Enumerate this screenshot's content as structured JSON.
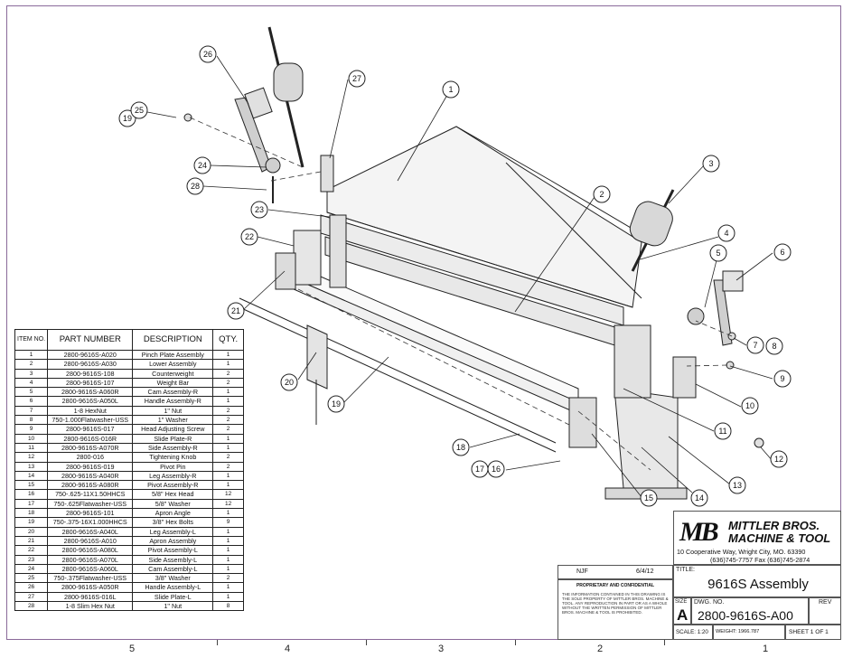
{
  "bom": {
    "headers": [
      "ITEM NO.",
      "PART NUMBER",
      "DESCRIPTION",
      "QTY."
    ],
    "rows": [
      [
        "1",
        "2800-9616S-A020",
        "Pinch Plate Assembly",
        "1"
      ],
      [
        "2",
        "2800-9616S-A030",
        "Lower Assembly",
        "1"
      ],
      [
        "3",
        "2800-9616S-108",
        "Counterweight",
        "2"
      ],
      [
        "4",
        "2800-9616S-107",
        "Weight Bar",
        "2"
      ],
      [
        "5",
        "2800-9616S-A060R",
        "Cam Assembly-R",
        "1"
      ],
      [
        "6",
        "2800-9616S-A050L",
        "Handle Assembly-R",
        "1"
      ],
      [
        "7",
        "1-8 HexNut",
        "1\" Nut",
        "2"
      ],
      [
        "8",
        "750-1.000Flatwasher-USS",
        "1\" Washer",
        "2"
      ],
      [
        "9",
        "2800-9616S-017",
        "Head Adjusting Screw",
        "2"
      ],
      [
        "10",
        "2800-9616S-016R",
        "Slide Plate-R",
        "1"
      ],
      [
        "11",
        "2800-9616S-A070R",
        "Side Assembly-R",
        "1"
      ],
      [
        "12",
        "2800-016",
        "Tightening Knob",
        "2"
      ],
      [
        "13",
        "2800-9616S-019",
        "Pivot Pin",
        "2"
      ],
      [
        "14",
        "2800-9616S-A040R",
        "Leg Assembly-R",
        "1"
      ],
      [
        "15",
        "2800-9616S-A080R",
        "Pivot Assembly-R",
        "1"
      ],
      [
        "16",
        "750-.625-11X1.50HHCS",
        "5/8\" Hex Head",
        "12"
      ],
      [
        "17",
        "750-.625Flatwasher-USS",
        "5/8\" Washer",
        "12"
      ],
      [
        "18",
        "2800-9616S-101",
        "Apron Angle",
        "1"
      ],
      [
        "19",
        "750-.375-16X1.000HHCS",
        "3/8\" Hex Bolts",
        "9"
      ],
      [
        "20",
        "2800-9616S-A040L",
        "Leg Assembly-L",
        "1"
      ],
      [
        "21",
        "2800-9616S-A010",
        "Apron Assembly",
        "1"
      ],
      [
        "22",
        "2800-9616S-A080L",
        "Pivot Assembly-L",
        "1"
      ],
      [
        "23",
        "2800-9616S-A070L",
        "Side Assembly-L",
        "1"
      ],
      [
        "24",
        "2800-9616S-A060L",
        "Cam Assembly-L",
        "1"
      ],
      [
        "25",
        "750-.375Flatwasher-USS",
        "3/8\" Washer",
        "2"
      ],
      [
        "26",
        "2800-9616S-A050R",
        "Handle Assembly-L",
        "1"
      ],
      [
        "27",
        "2800-9616S-016L",
        "Slide Plate-L",
        "1"
      ],
      [
        "28",
        "1-8 Slim Hex Nut",
        "1\" Nut",
        "8"
      ]
    ]
  },
  "balloons": [
    {
      "n": "1"
    },
    {
      "n": "2"
    },
    {
      "n": "3"
    },
    {
      "n": "4"
    },
    {
      "n": "5"
    },
    {
      "n": "6"
    },
    {
      "n": "7"
    },
    {
      "n": "8"
    },
    {
      "n": "9"
    },
    {
      "n": "10"
    },
    {
      "n": "11"
    },
    {
      "n": "12"
    },
    {
      "n": "13"
    },
    {
      "n": "14"
    },
    {
      "n": "15"
    },
    {
      "n": "16"
    },
    {
      "n": "17"
    },
    {
      "n": "18"
    },
    {
      "n": "19"
    },
    {
      "n": "19"
    },
    {
      "n": "20"
    },
    {
      "n": "21"
    },
    {
      "n": "22"
    },
    {
      "n": "23"
    },
    {
      "n": "24"
    },
    {
      "n": "25"
    },
    {
      "n": "26"
    },
    {
      "n": "27"
    },
    {
      "n": "28"
    }
  ],
  "title_block": {
    "company_name_line1": "MITTLER BROS.",
    "company_name_line2": "MACHINE & TOOL",
    "address": "10 Cooperative Way, Wright City, MO. 63390",
    "phone": "(636)745-7757  Fax (636)745-2874",
    "title_label": "TITLE:",
    "title": "9616S Assembly",
    "size_label": "SIZE",
    "size": "A",
    "dwg_label": "DWG.  NO.",
    "dwg_no": "2800-9616S-A00",
    "rev_label": "REV",
    "scale": "SCALE: 1:20",
    "weight": "WEIGHT: 1966.787",
    "sheet": "SHEET 1 OF 1",
    "drawn_by": "NJF",
    "date": "6/4/12",
    "proprietary_title": "PROPRIETARY AND CONFIDENTIAL",
    "proprietary_text": "THE INFORMATION CONTAINED IN THIS DRAWING IS THE SOLE PROPERTY OF MITTLER BROS. MACHINE & TOOL. ANY REPRODUCTION IN PART OR AS A WHOLE WITHOUT THE WRITTEN PERMISSION OF MITTLER BROS. MACHINE & TOOL IS PROHIBITED."
  },
  "zones": [
    "5",
    "4",
    "3",
    "2",
    "1"
  ],
  "colors": {
    "border": "#8a6a9a",
    "line": "#222222"
  }
}
